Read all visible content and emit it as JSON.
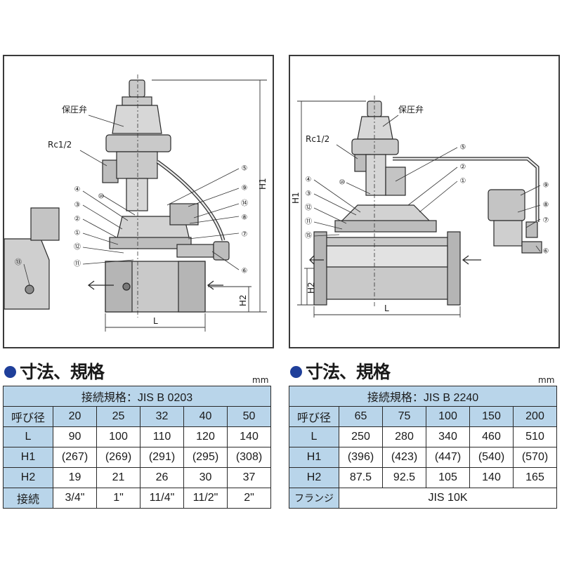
{
  "left_diagram": {
    "labels": {
      "hoatsuben": "保圧弁",
      "rc": "Rc1/2",
      "h1": "H1",
      "h2": "H2",
      "l": "L"
    },
    "callouts": [
      "①",
      "②",
      "③",
      "④",
      "⑤",
      "⑥",
      "⑦",
      "⑧",
      "⑨",
      "⑩",
      "⑪",
      "⑫",
      "⑬",
      "⑭"
    ]
  },
  "right_diagram": {
    "labels": {
      "hoatsuben": "保圧弁",
      "rc": "Rc1/2",
      "h1": "H1",
      "h2": "H2",
      "l": "L"
    },
    "callouts": [
      "①",
      "②",
      "③",
      "④",
      "⑤",
      "⑥",
      "⑦",
      "⑧",
      "⑨",
      "⑩",
      "⑪",
      "⑫",
      "⑮"
    ]
  },
  "left_section": {
    "heading": "寸法、規格",
    "unit": "mm",
    "caption": "接続規格：JIS B 0203",
    "rows": [
      {
        "label": "呼び径",
        "values": [
          "20",
          "25",
          "32",
          "40",
          "50"
        ]
      },
      {
        "label": "L",
        "values": [
          "90",
          "100",
          "110",
          "120",
          "140"
        ]
      },
      {
        "label": "H1",
        "values": [
          "(267)",
          "(269)",
          "(291)",
          "(295)",
          "(308)"
        ]
      },
      {
        "label": "H2",
        "values": [
          "19",
          "21",
          "26",
          "30",
          "37"
        ]
      },
      {
        "label": "接続",
        "values": [
          "3/4\"",
          "1\"",
          "11/4\"",
          "11/2\"",
          "2\""
        ]
      }
    ]
  },
  "right_section": {
    "heading": "寸法、規格",
    "unit": "mm",
    "caption": "接続規格：JIS B 2240",
    "rows": [
      {
        "label": "呼び径",
        "values": [
          "65",
          "75",
          "100",
          "150",
          "200"
        ]
      },
      {
        "label": "L",
        "values": [
          "250",
          "280",
          "340",
          "460",
          "510"
        ]
      },
      {
        "label": "H1",
        "values": [
          "(396)",
          "(423)",
          "(447)",
          "(540)",
          "(570)"
        ]
      },
      {
        "label": "H2",
        "values": [
          "87.5",
          "92.5",
          "105",
          "140",
          "165"
        ]
      }
    ],
    "flange_row": {
      "label": "フランジ",
      "value": "JIS 10K"
    }
  }
}
